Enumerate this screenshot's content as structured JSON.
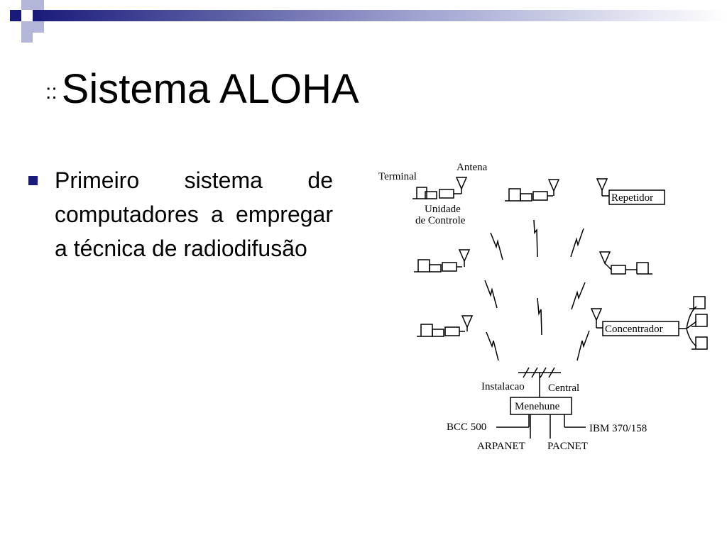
{
  "slide": {
    "title_prefix": "::",
    "title": "Sistema ALOHA",
    "bullets": [
      {
        "text": "Primeiro sistema de computadores a empregar a técnica de radiodifusão"
      }
    ]
  },
  "diagram": {
    "labels": {
      "antena": "Antena",
      "terminal": "Terminal",
      "unidade": "Unidade",
      "de_controle": "de Controle",
      "repetidor": "Repetidor",
      "concentrador": "Concentrador",
      "instalacao": "Instalacao",
      "central": "Central",
      "menehune": "Menehune",
      "bcc": "BCC 500",
      "ibm": "IBM 370/158",
      "arpanet": "ARPANET",
      "pacnet": "PACNET"
    }
  },
  "colors": {
    "bullet": "#1a1a7a",
    "deco_dark": "#1a1a7a",
    "deco_light": "#b3b6d8"
  }
}
